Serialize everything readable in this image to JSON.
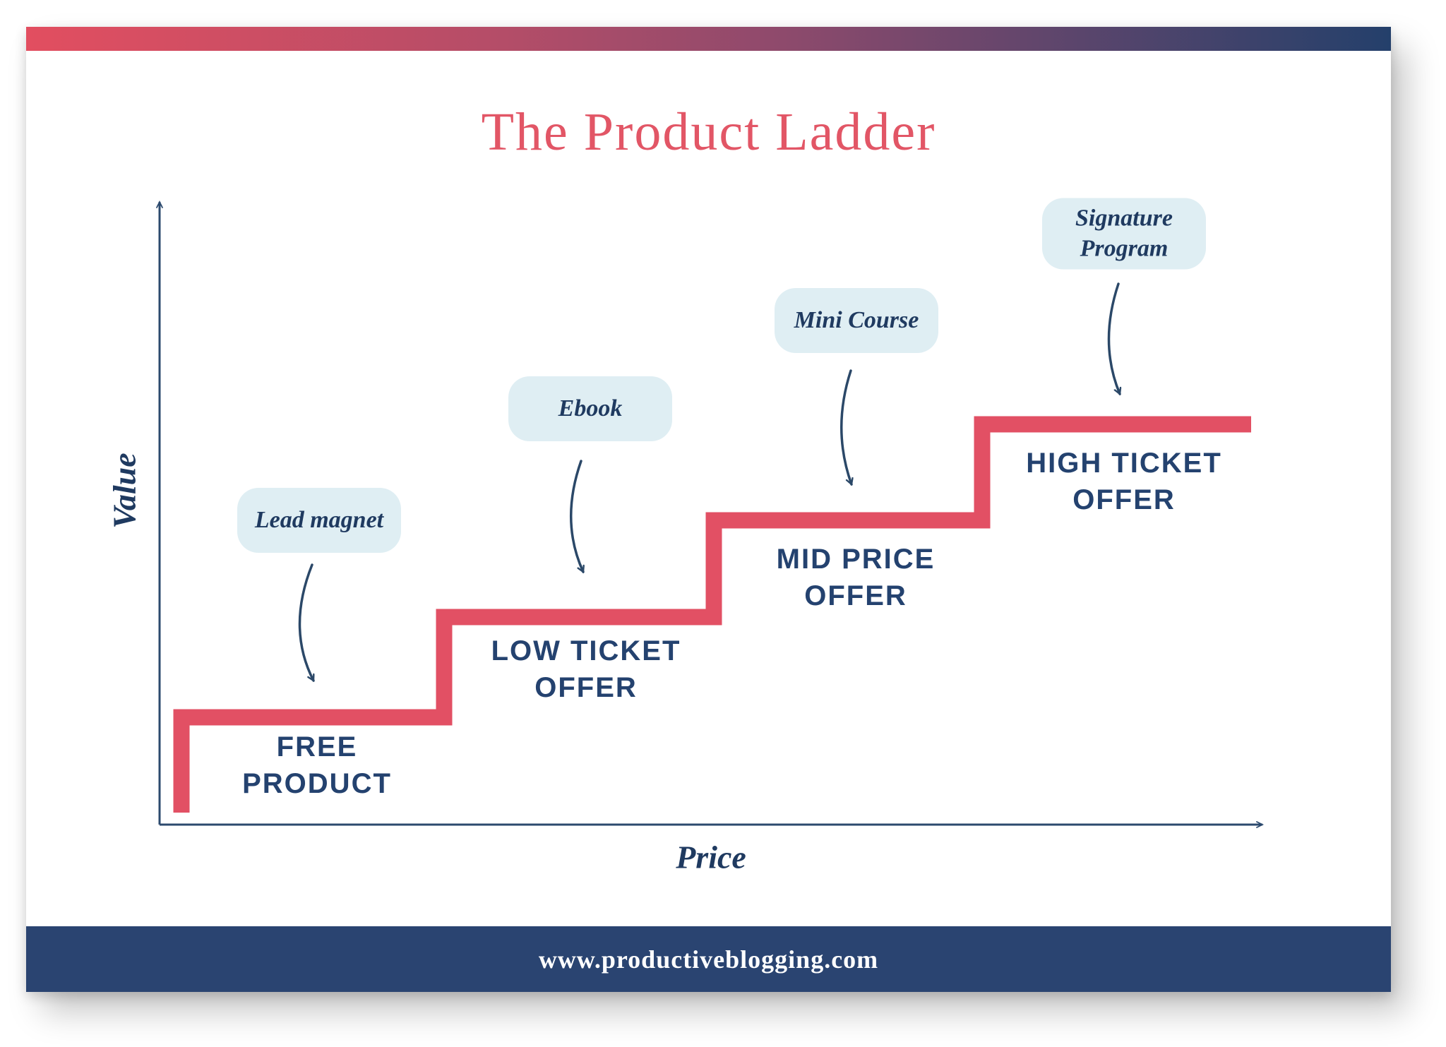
{
  "title": "The Product Ladder",
  "axes": {
    "y_label": "Value",
    "x_label": "Price"
  },
  "footer": {
    "url": "www.productiveblogging.com"
  },
  "steps": [
    {
      "level": 1,
      "name": "FREE PRODUCT",
      "name_line1": "FREE",
      "name_line2": "PRODUCT",
      "callout": "Lead magnet"
    },
    {
      "level": 2,
      "name": "LOW TICKET OFFER",
      "name_line1": "LOW TICKET",
      "name_line2": "OFFER",
      "callout": "Ebook"
    },
    {
      "level": 3,
      "name": "MID PRICE OFFER",
      "name_line1": "MID PRICE",
      "name_line2": "OFFER",
      "callout": "Mini Course"
    },
    {
      "level": 4,
      "name": "HIGH TICKET OFFER",
      "name_line1": "HIGH TICKET",
      "name_line2": "OFFER",
      "callout": "Signature Program"
    }
  ],
  "chart_data": {
    "type": "step",
    "title": "The Product Ladder",
    "xlabel": "Price",
    "ylabel": "Value",
    "axes_quantified": false,
    "series": [
      {
        "name": "Product ladder",
        "steps": [
          {
            "offer": "FREE PRODUCT",
            "callout": "Lead magnet",
            "price_level": 1,
            "value_level": 1
          },
          {
            "offer": "LOW TICKET OFFER",
            "callout": "Ebook",
            "price_level": 2,
            "value_level": 2
          },
          {
            "offer": "MID PRICE OFFER",
            "callout": "Mini Course",
            "price_level": 3,
            "value_level": 3
          },
          {
            "offer": "HIGH TICKET OFFER",
            "callout": "Signature Program",
            "price_level": 4,
            "value_level": 4
          }
        ]
      }
    ]
  },
  "colors": {
    "stair_red": "#e25064",
    "title_red": "#e25666",
    "navy_text": "#24426f",
    "axis_navy": "#2c4a6e",
    "bubble_bg": "#dfeef3",
    "footer_bg": "#2a4471",
    "gradient_left": "#e24e60",
    "gradient_mid": "#8f4a6c",
    "gradient_right": "#24406b"
  }
}
